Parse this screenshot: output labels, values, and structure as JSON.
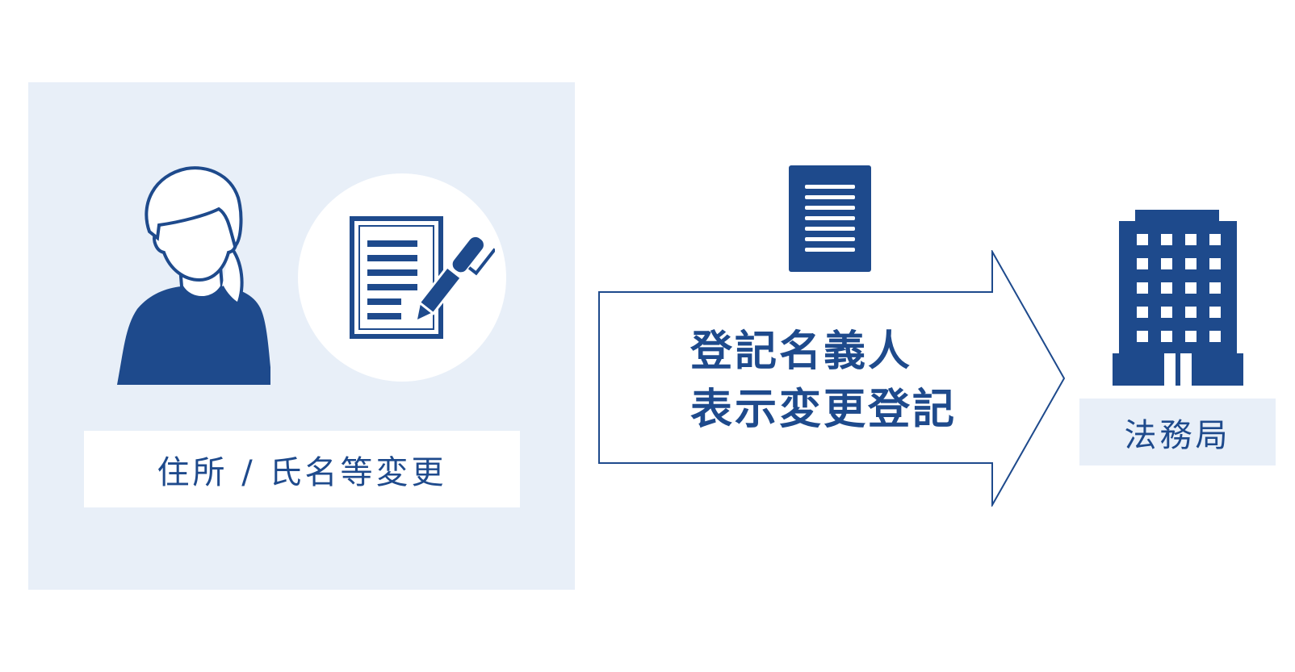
{
  "left_panel": {
    "label": "住所 / 氏名等変更"
  },
  "arrow": {
    "line1": "登記名義人",
    "line2": "表示変更登記"
  },
  "destination": {
    "label": "法務局"
  },
  "icons": {
    "person": "person-icon",
    "document_pen": "document-pen-icon",
    "paper": "paper-document-icon",
    "building": "office-building-icon"
  },
  "colors": {
    "primary": "#1e4a8c",
    "panel_bg": "#e8eff8",
    "background": "#ffffff"
  }
}
